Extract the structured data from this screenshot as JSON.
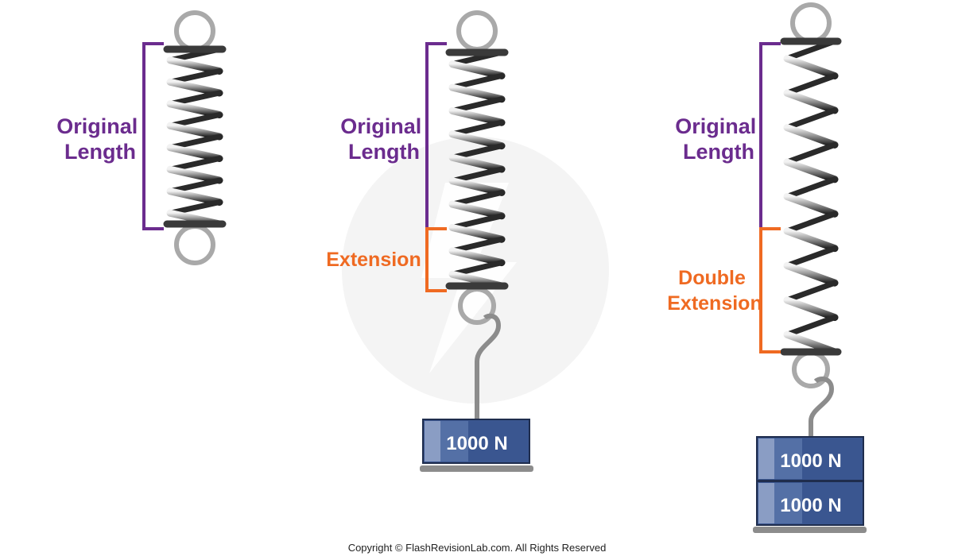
{
  "colors": {
    "purple": "#6b2c8e",
    "orange": "#ef6a22",
    "weight_blue": "#3a5690",
    "weight_light": "#8a9dc4",
    "base_gray": "#8c8c8c",
    "ring_gray": "#a9a9a9",
    "watermark": "#f3f3f3"
  },
  "panel1": {
    "label": [
      "Original",
      "Length"
    ]
  },
  "panel2": {
    "label": [
      "Original",
      "Length"
    ],
    "extension": "Extension",
    "weight": "1000 N"
  },
  "panel3": {
    "label": [
      "Original",
      "Length"
    ],
    "extension": [
      "Double",
      "Extension"
    ],
    "weights": [
      "1000 N",
      "1000 N"
    ]
  },
  "copyright": "Copyright © FlashRevisionLab.com. All Rights Reserved"
}
